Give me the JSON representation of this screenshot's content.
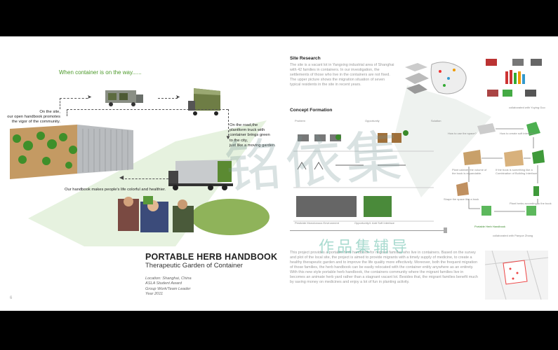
{
  "left": {
    "green_title": "When container is on the way......",
    "cap_site": "On the site,\nour open handbook promotes\nthe vigor of the community.",
    "cap_road": "On the road,the\nplantform truck with\ncontainer brings green\nto the city,\njust like a moving garden.",
    "cap_handbook": "Our handbook makes people's life colorful and healthier.",
    "title": "PORTABLE HERB HANDBOOK",
    "subtitle": "Therapeutic Garden of Container",
    "meta": "Location: Shanghai, China\nASLA Student Award\nGroup Work/Team Leader\nYear 2011",
    "page_num": "6"
  },
  "right": {
    "site_research_heading": "Site Research",
    "site_research_text": "The site is a vacant lot in Yangxing industrial area of Shanghai with 42 families in containers. In our investigation, the settlements of those who live in the containers are not fixed. The upper picture shows the migration situation of seven typical residents in the site in recent years.",
    "collab1": "collaborated with Yuying Guo",
    "concept_heading": "Concept Formation",
    "col_problem": "Problem",
    "col_opportunity": "Opportunity",
    "col_solution": "Solution",
    "lbl_how_use": "How to use the space?",
    "lbl_create_wall": "How to create soft interface?",
    "lbl_plant_cabinet": "Plant cabinet: the volume of the book is expandable.",
    "lbl_book_surface": "If the book is something like a Combination of Building Interface",
    "lbl_shape": "Shape the space like a book",
    "lbl_plant_herbs": "Plant herbs according to the book",
    "lbl_portable": "Portable Herb Handbook",
    "lbl_poor_env": "Pesticide Monotonous Environment",
    "lbl_opp_soft": "Opportunity4: Add Soft Interface",
    "collab2": "collaborated with Panyue Zhang",
    "description": "This project provides a portable herb handbook for migrant families who live in containers. Based on the survey and plot of the local site, the project is aimed to provide migrants with a timely supply of medicine, to create a healthy therapeutic garden and to improve the life quality more effectively. Moreover, both the frequent migration of those families, the herb handbook can be easily relocated with the container entity anywhere as an entirety. With this new style portable herb handbook, the containers community where the migrant families live in becomes an animate herb yard rather than a stagnant vacant lot. Besides that, the migrant families benefit much by saving money on medicines and enjoy a lot of fun in planting activity."
  },
  "watermark": {
    "big": "铭依集",
    "small": "作品集辅导"
  },
  "colors": {
    "accent_green": "#4c9a2a",
    "container_gray": "#b9bcbf"
  }
}
